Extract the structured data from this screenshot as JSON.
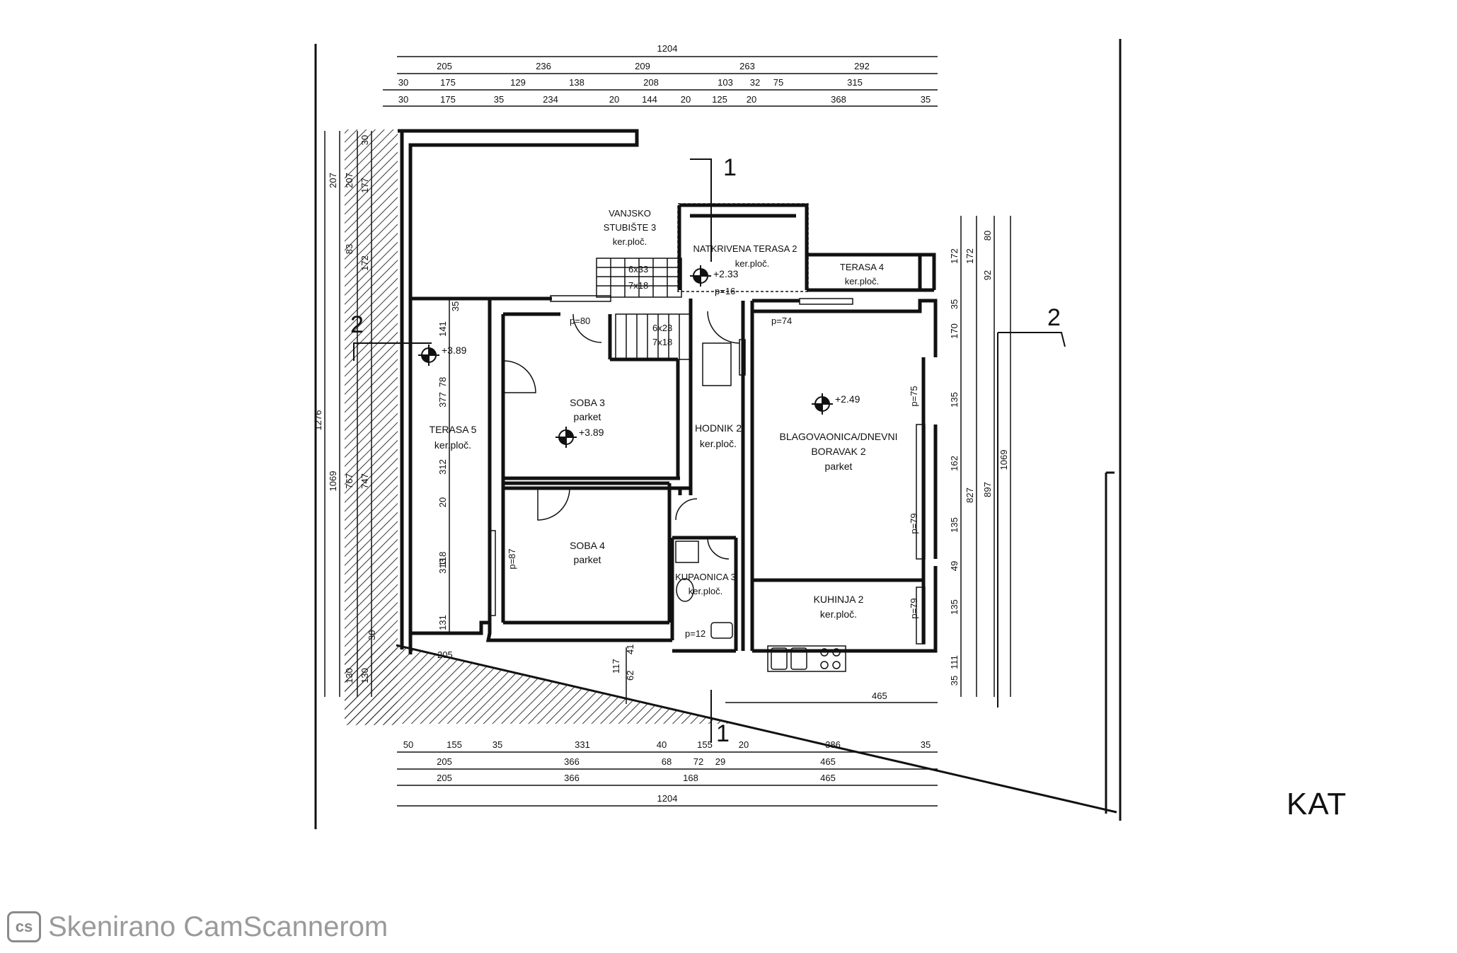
{
  "title": "KAT",
  "watermark": {
    "logo": "cs",
    "text": "Skenirano CamScannerom"
  },
  "sections": {
    "s1": "1",
    "s2": "2"
  },
  "rooms": {
    "vanjsko_1": "VANJSKO",
    "vanjsko_2": "STUBIŠTE 3",
    "vanjsko_3": "ker.ploč.",
    "natkrivena_1": "NATKRIVENA TERASA 2",
    "natkrivena_2": "ker.ploč.",
    "terasa4_1": "TERASA 4",
    "terasa4_2": "ker.ploč.",
    "soba3_1": "SOBA 3",
    "soba3_2": "parket",
    "soba4_1": "SOBA 4",
    "soba4_2": "parket",
    "hodnik_1": "HODNIK 2",
    "hodnik_2": "ker.ploč.",
    "kupaonica_1": "KUPAONICA 3",
    "kupaonica_2": "ker.ploč.",
    "blag_1": "BLAGOVAONICA/DNEVNI",
    "blag_2": "BORAVAK 2",
    "blag_3": "parket",
    "kuhinja_1": "KUHINJA 2",
    "kuhinja_2": "ker.ploč.",
    "terasa5_1": "TERASA 5",
    "terasa5_2": "ker.ploč."
  },
  "levels": {
    "l1": "+2.33",
    "l2": "+3.89",
    "l3": "+3.89",
    "l4": "+2.49"
  },
  "sills": {
    "p80": "p=80",
    "p16": "p=16",
    "p74": "p=74",
    "p75": "p=75",
    "p87": "p=87",
    "p79a": "p=79",
    "p79b": "p=79",
    "p12": "p=12"
  },
  "stairs": {
    "st1a": "6x33",
    "st1b": "7x18",
    "st2a": "6x23",
    "st2b": "7x18"
  },
  "dimensions": {
    "top": {
      "row1": [
        "1204"
      ],
      "row2": [
        "205",
        "236",
        "209",
        "263",
        "292"
      ],
      "row3": [
        "30",
        "175",
        "129",
        "138",
        "208",
        "103",
        "32",
        "75",
        "315"
      ],
      "row4": [
        "30",
        "175",
        "35",
        "234",
        "20",
        "144",
        "20",
        "125",
        "20",
        "368",
        "35"
      ]
    },
    "bottom": {
      "row1": [
        "50",
        "155",
        "35",
        "331",
        "40",
        "155",
        "20",
        "386",
        "35"
      ],
      "row2": [
        "205",
        "366",
        "68",
        "72",
        "29",
        "465"
      ],
      "row3": [
        "205",
        "366",
        "168",
        "465"
      ],
      "row4": [
        "1204"
      ]
    },
    "left": {
      "col1": [
        "1276"
      ],
      "col2": [
        "207",
        "1069"
      ],
      "col3": [
        "207",
        "83",
        "767",
        "130"
      ],
      "col4": [
        "30",
        "177",
        "172",
        "747",
        "130"
      ],
      "col5": [
        "141",
        "78",
        "377",
        "312",
        "20",
        "118",
        "313",
        "131"
      ],
      "col6": [
        "35"
      ]
    },
    "right": {
      "col1": [
        "35",
        "172",
        "170",
        "135",
        "162",
        "135",
        "49",
        "135",
        "111",
        "35"
      ],
      "col2": [
        "172",
        "827"
      ],
      "col3": [
        "80",
        "92",
        "897"
      ],
      "col4": [
        "1069"
      ]
    },
    "misc": {
      "d465": "465",
      "d205": "205",
      "d117": "117",
      "d62": "62",
      "d41": "41",
      "d30": "30"
    }
  }
}
